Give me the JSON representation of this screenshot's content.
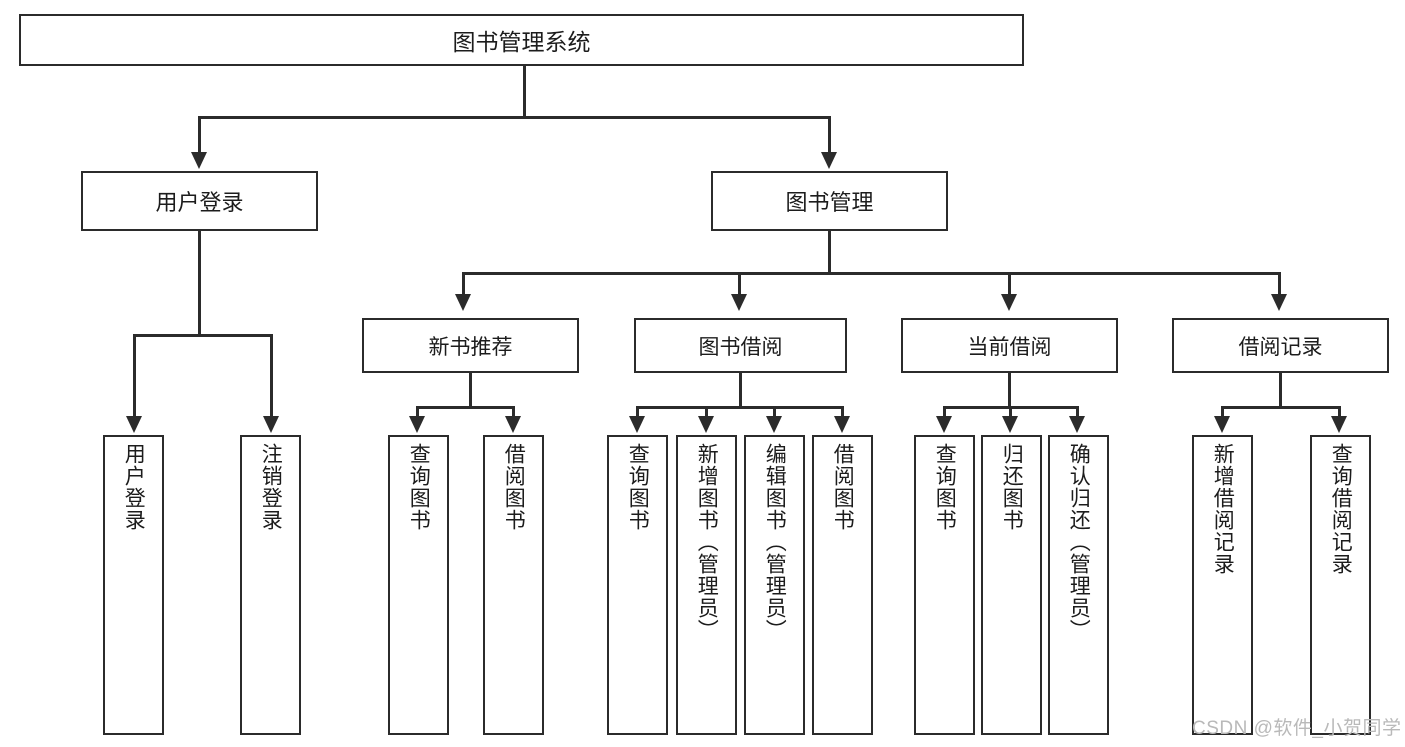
{
  "diagram": {
    "title_node": {
      "label": "图书管理系统"
    },
    "level2": [
      {
        "label": "用户登录"
      },
      {
        "label": "图书管理"
      }
    ],
    "level3": [
      {
        "label": "新书推荐"
      },
      {
        "label": "图书借阅"
      },
      {
        "label": "当前借阅"
      },
      {
        "label": "借阅记录"
      }
    ],
    "leaves": {
      "user_login": [
        {
          "label": "用户登录"
        },
        {
          "label": "注销登录"
        }
      ],
      "new_book_recommend": [
        {
          "label": "查询图书"
        },
        {
          "label": "借阅图书"
        }
      ],
      "book_borrow": [
        {
          "label": "查询图书"
        },
        {
          "label": "新增图书（管理员）"
        },
        {
          "label": "编辑图书（管理员）"
        },
        {
          "label": "借阅图书"
        }
      ],
      "current_borrow": [
        {
          "label": "查询图书"
        },
        {
          "label": "归还图书"
        },
        {
          "label": "确认归还（管理员）"
        }
      ],
      "borrow_record": [
        {
          "label": "新增借阅记录"
        },
        {
          "label": "查询借阅记录"
        }
      ]
    }
  },
  "watermark": {
    "text": "CSDN @软件_小贺同学"
  },
  "colors": {
    "box_border": "#2b2b2b",
    "box_fill": "#ffffff",
    "text": "#1c1c1c",
    "connector": "#2b2b2b",
    "watermark": "#b9b9b9"
  }
}
